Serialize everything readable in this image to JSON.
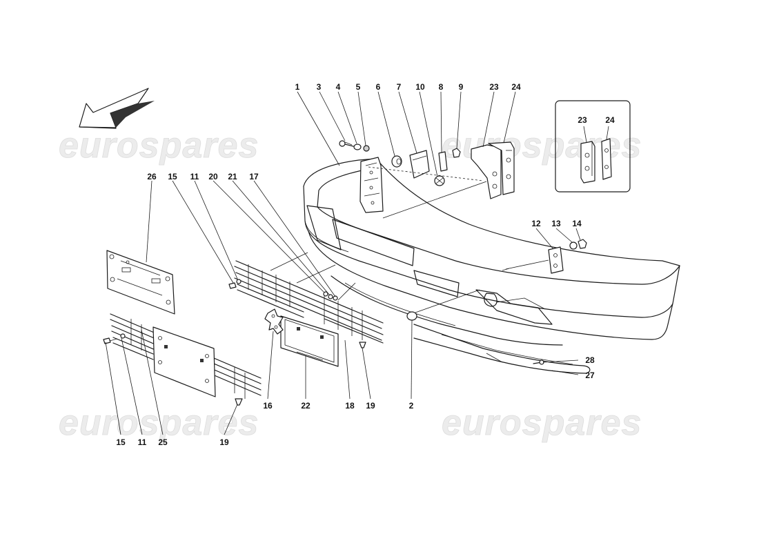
{
  "watermark": "eurospares",
  "callouts": [
    {
      "id": "1",
      "text": "1"
    },
    {
      "id": "3",
      "text": "3"
    },
    {
      "id": "4",
      "text": "4"
    },
    {
      "id": "5",
      "text": "5"
    },
    {
      "id": "6",
      "text": "6"
    },
    {
      "id": "7",
      "text": "7"
    },
    {
      "id": "10",
      "text": "10"
    },
    {
      "id": "8",
      "text": "8"
    },
    {
      "id": "9",
      "text": "9"
    },
    {
      "id": "23a",
      "text": "23"
    },
    {
      "id": "24a",
      "text": "24"
    },
    {
      "id": "23b",
      "text": "23"
    },
    {
      "id": "24b",
      "text": "24"
    },
    {
      "id": "26",
      "text": "26"
    },
    {
      "id": "15a",
      "text": "15"
    },
    {
      "id": "11a",
      "text": "11"
    },
    {
      "id": "20",
      "text": "20"
    },
    {
      "id": "21",
      "text": "21"
    },
    {
      "id": "17",
      "text": "17"
    },
    {
      "id": "12",
      "text": "12"
    },
    {
      "id": "13",
      "text": "13"
    },
    {
      "id": "14",
      "text": "14"
    },
    {
      "id": "28",
      "text": "28"
    },
    {
      "id": "27",
      "text": "27"
    },
    {
      "id": "16",
      "text": "16"
    },
    {
      "id": "22",
      "text": "22"
    },
    {
      "id": "18",
      "text": "18"
    },
    {
      "id": "19a",
      "text": "19"
    },
    {
      "id": "2",
      "text": "2"
    },
    {
      "id": "15b",
      "text": "15"
    },
    {
      "id": "11b",
      "text": "11"
    },
    {
      "id": "25",
      "text": "25"
    },
    {
      "id": "19b",
      "text": "19"
    }
  ]
}
